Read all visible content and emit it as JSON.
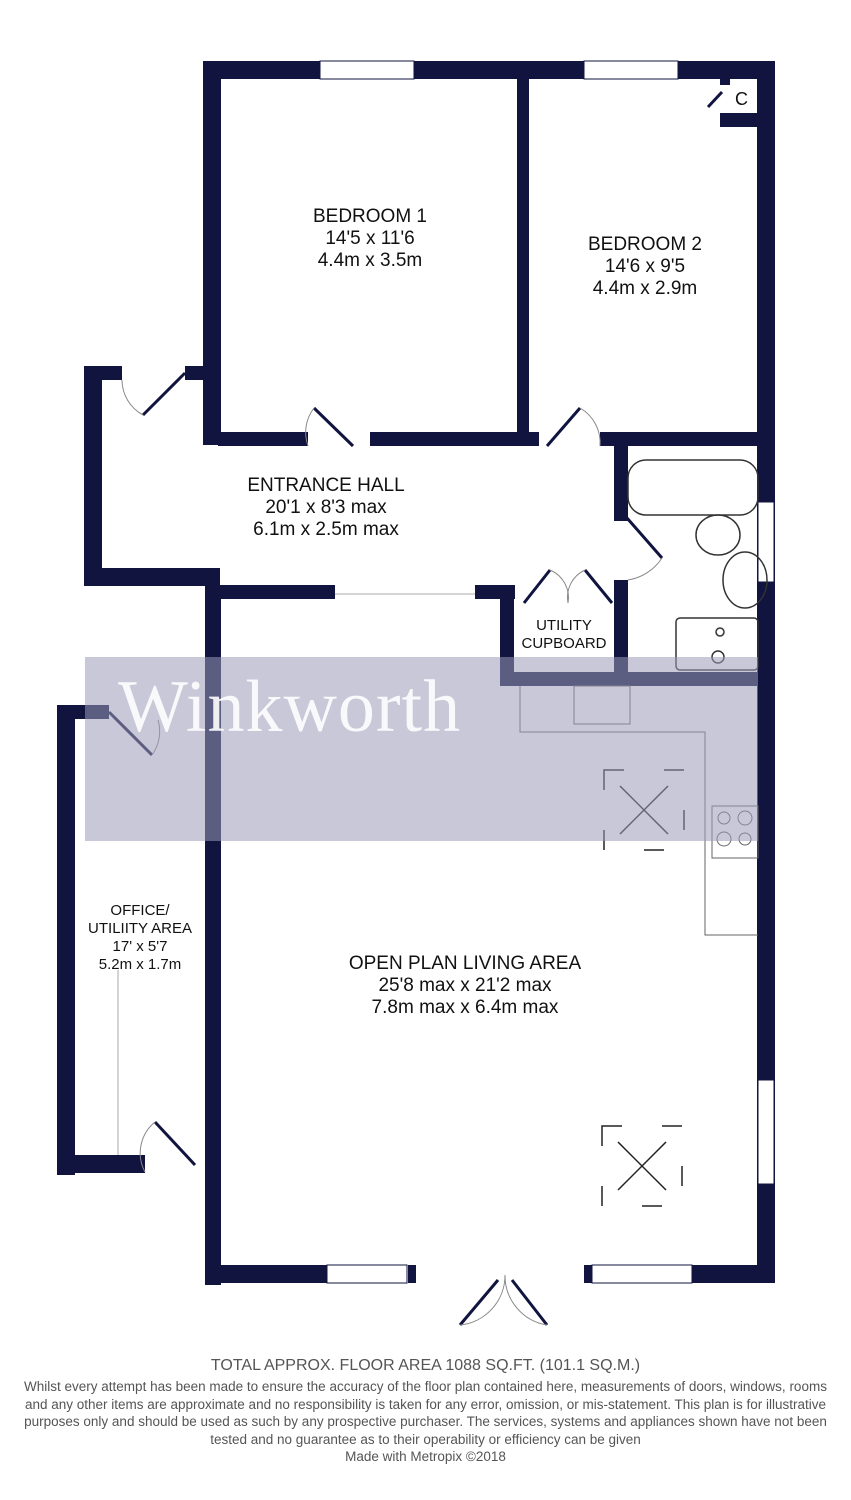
{
  "colors": {
    "wall": "#10143f",
    "watermark_band": "#9a9ab8",
    "text": "#111111",
    "footer_text": "#555555"
  },
  "watermark": {
    "text": "Winkworth"
  },
  "rooms": {
    "bedroom1": {
      "name": "BEDROOM 1",
      "imperial": "14'5 x 11'6",
      "metric": "4.4m x 3.5m"
    },
    "bedroom2": {
      "name": "BEDROOM 2",
      "imperial": "14'6 x 9'5",
      "metric": "4.4m x 2.9m"
    },
    "cupboard": {
      "name": "C"
    },
    "entrance_hall": {
      "name": "ENTRANCE HALL",
      "imperial": "20'1 x 8'3 max",
      "metric": "6.1m x 2.5m max"
    },
    "utility_cupboard": {
      "name_line1": "UTILITY",
      "name_line2": "CUPBOARD"
    },
    "office": {
      "name_line1": "OFFICE/",
      "name_line2": "UTILIITY AREA",
      "imperial": "17' x 5'7",
      "metric": "5.2m x 1.7m"
    },
    "living": {
      "name": "OPEN PLAN LIVING AREA",
      "imperial": "25'8 max x 21'2 max",
      "metric": "7.8m max x 6.4m max"
    }
  },
  "footer": {
    "total_area": "TOTAL APPROX. FLOOR AREA 1088 SQ.FT. (101.1 SQ.M.)",
    "disclaimer": "Whilst every attempt has been made to ensure the accuracy of the floor plan contained here, measurements of doors, windows, rooms and any other items are approximate and no responsibility is taken for any error, omission, or mis-statement. This plan is for illustrative purposes only and should be used as such by any prospective purchaser. The services, systems and appliances shown have not been tested and no guarantee as to their operability or efficiency can be given",
    "made_with": "Made with Metropix ©2018"
  }
}
